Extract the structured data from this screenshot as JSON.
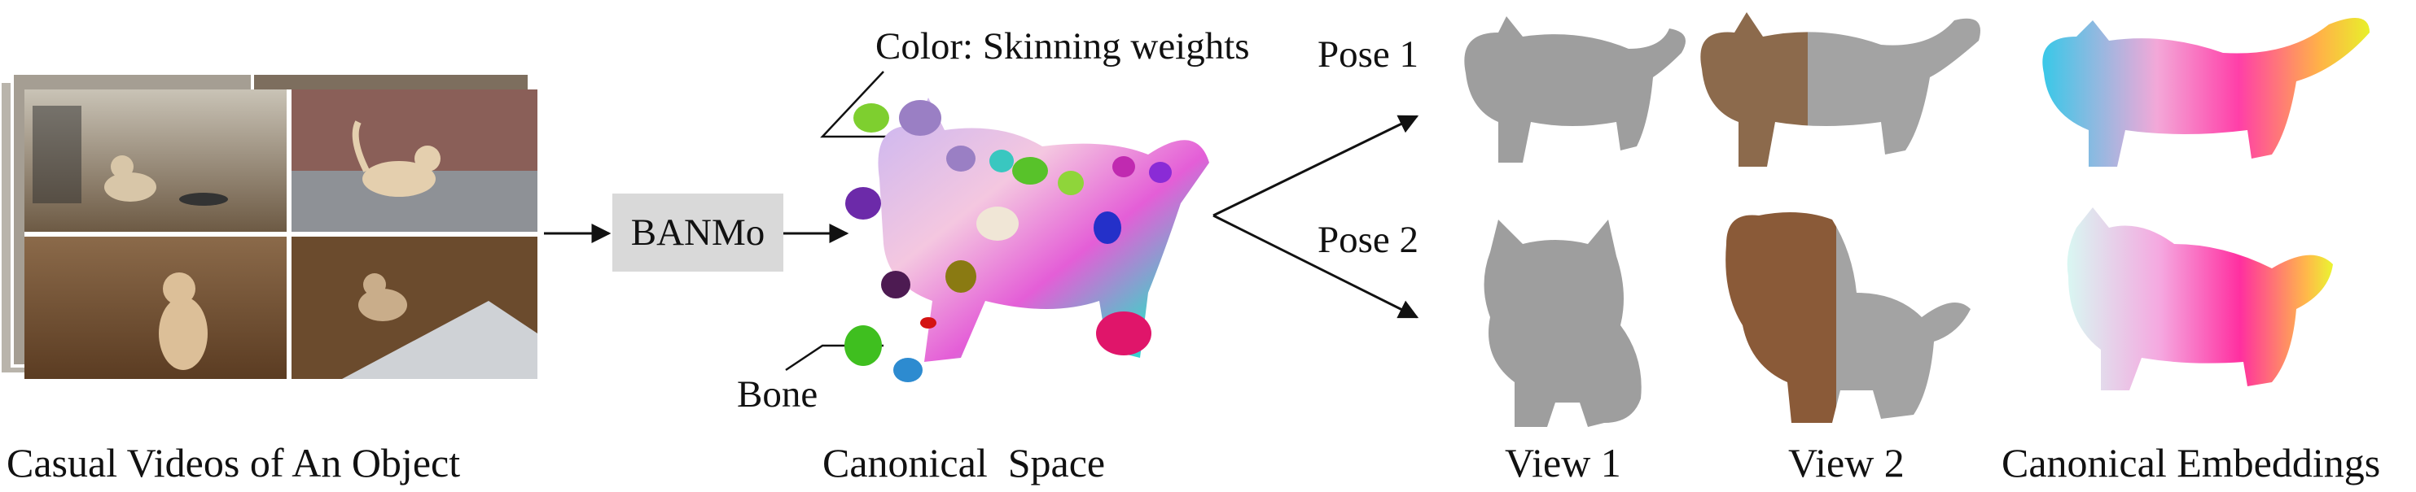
{
  "captions": {
    "videos": "Casual Videos of An Object",
    "canonical_space": "Canonical  Space",
    "view1": "View 1",
    "view2": "View 2",
    "canonical_embeddings": "Canonical Embeddings"
  },
  "labels": {
    "skinning": "Color: Skinning weights",
    "bone": "Bone",
    "pose1": "Pose 1",
    "pose2": "Pose 2"
  },
  "model_box": {
    "label": "BANMo"
  },
  "colors": {
    "box_fill": "#d9d9d9",
    "mesh_gray": "#9e9e9e",
    "arrow": "#111111"
  }
}
